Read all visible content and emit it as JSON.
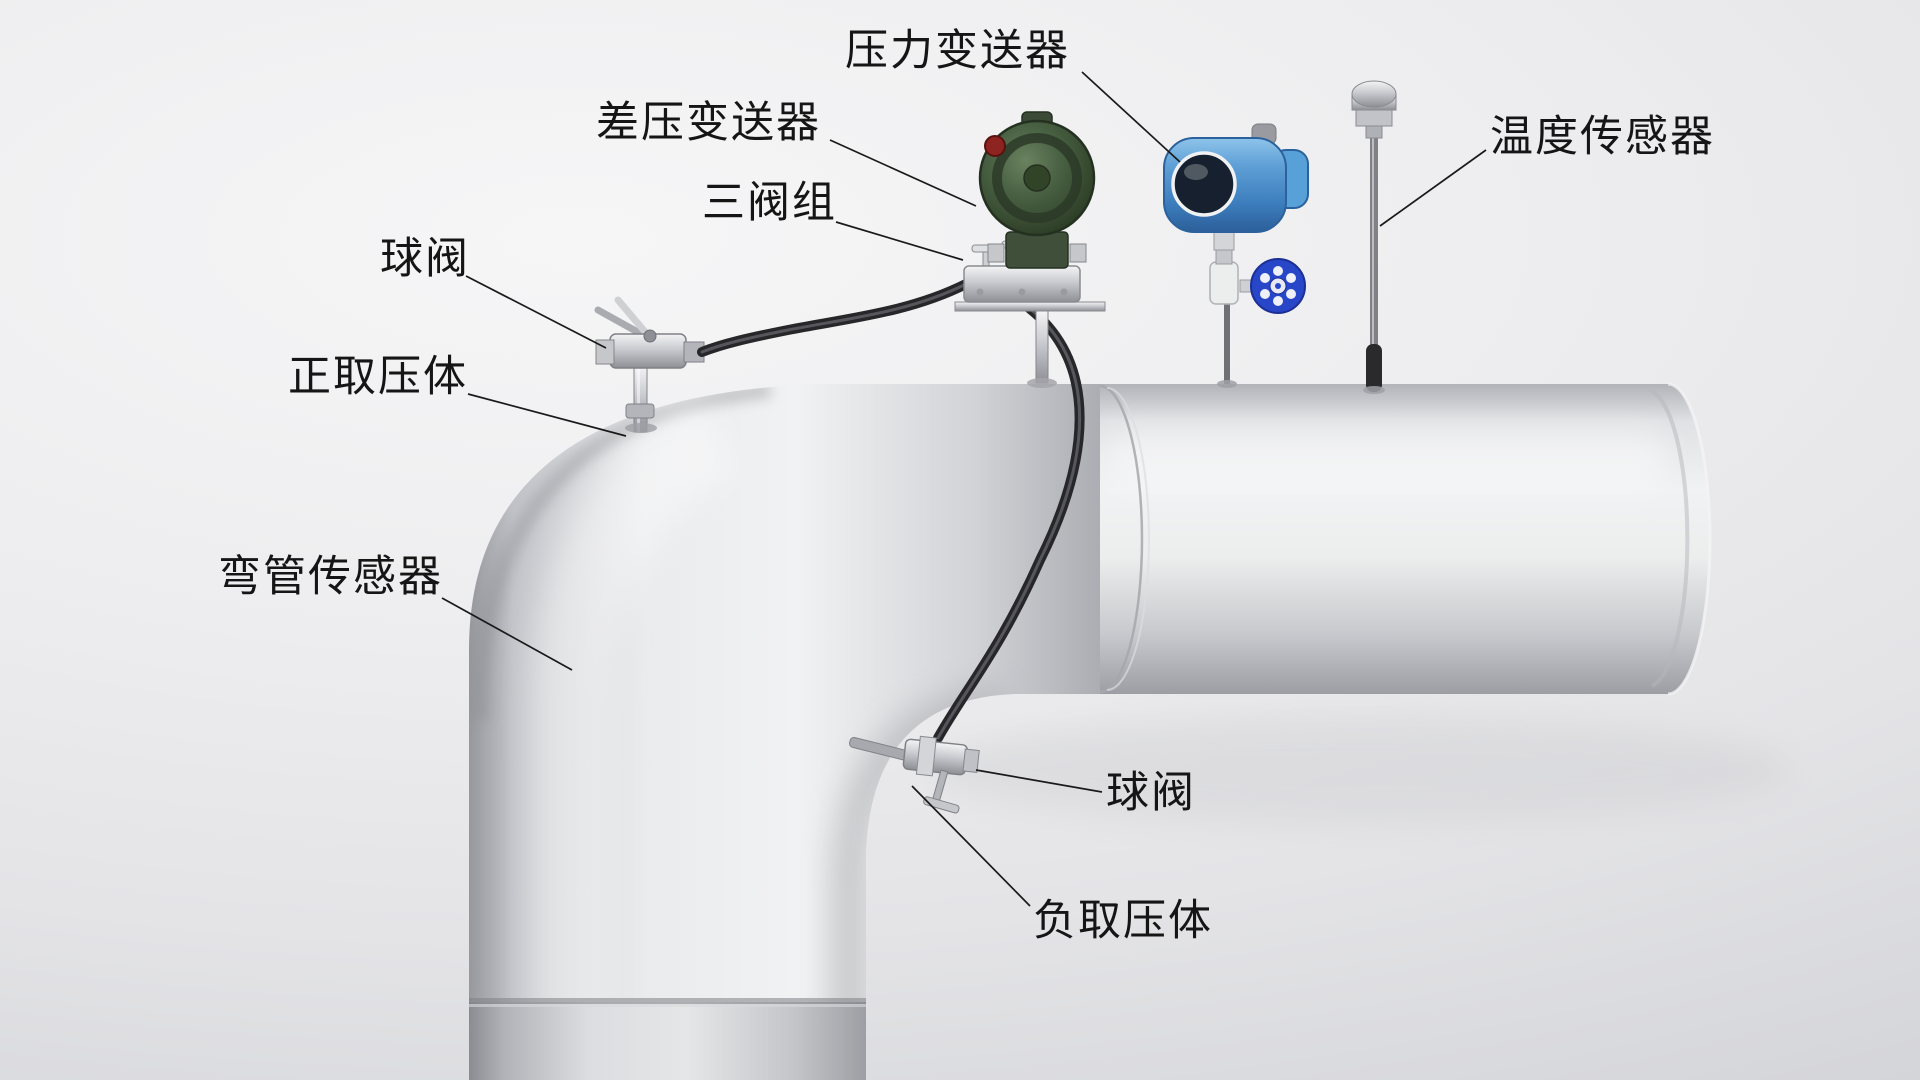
{
  "diagram": {
    "labels": [
      {
        "id": "pressure-transmitter",
        "text": "压力变送器"
      },
      {
        "id": "diff-pressure-transmitter",
        "text": "差压变送器"
      },
      {
        "id": "three-valve-manifold",
        "text": "三阀组"
      },
      {
        "id": "ball-valve-top",
        "text": "球阀"
      },
      {
        "id": "positive-pressure-tap",
        "text": "正取压体"
      },
      {
        "id": "elbow-sensor",
        "text": "弯管传感器"
      },
      {
        "id": "ball-valve-bottom",
        "text": "球阀"
      },
      {
        "id": "negative-pressure-tap",
        "text": "负取压体"
      },
      {
        "id": "temperature-sensor",
        "text": "温度传感器"
      }
    ],
    "colors": {
      "background": "#ebebed",
      "pipe_light": "#f1f2f3",
      "pipe_shadow": "#9fa0a6",
      "dp_transmitter_green": "#3f5139",
      "pressure_transmitter_blue": "#4b93d2",
      "handwheel_blue": "#2746c8",
      "tube_black": "#27272a",
      "leader_line": "#1a1a1a",
      "label_text": "#151515"
    }
  }
}
